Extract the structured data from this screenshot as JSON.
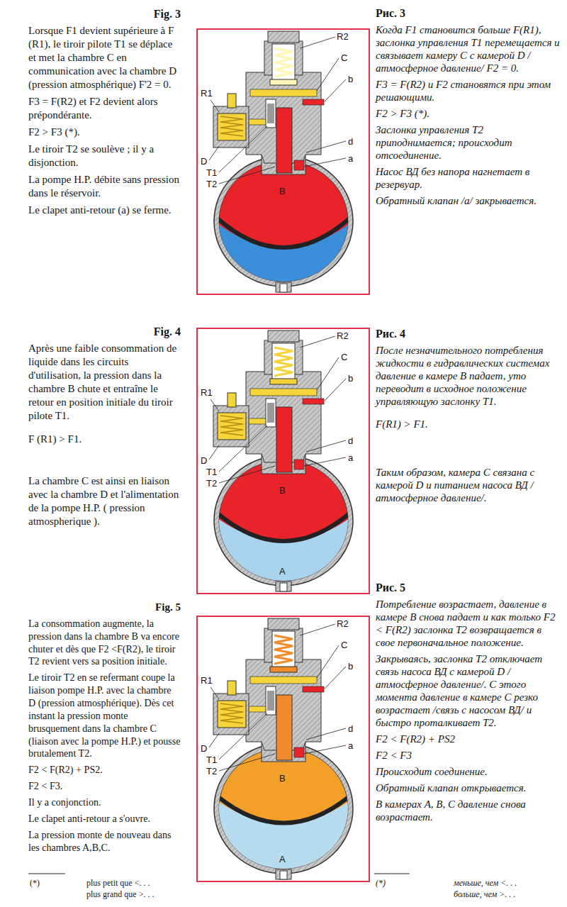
{
  "diagram": {
    "nodes": [
      {
        "text": [
          "R2",
          "C",
          "b",
          "R1",
          "D",
          "T1",
          "T2",
          "d",
          "a",
          "B"
        ]
      },
      {
        "text": [
          "R2",
          "C",
          "b",
          "R1",
          "D",
          "T1",
          "T2",
          "d",
          "a",
          "B",
          "A"
        ]
      },
      {
        "text": [
          "R2",
          "C",
          "b",
          "R1",
          "D",
          "T1",
          "T2",
          "d",
          "a",
          "B",
          "A"
        ]
      }
    ],
    "labels": [
      "Fig. 3",
      "Lorsque F1 devient supérieure à F (R1), le tiroir pilote T1 se déplace et met la chambre C en communication avec la chambre D (pression atmosphérique) F'2 = 0.",
      "F3 = F(R2) et F2 devient alors prépondérante.",
      "F2 > F3 (*).",
      "Le tiroir T2 se soulève ; il y a disjonction.",
      "La pompe H.P. débite sans pression dans le réservoir.",
      "Le clapet anti-retour (a) se ferme.",
      "Рис. 3",
      "Когда F1 становится больше F(R1), заслонка управления T1 перемещается и связывает камеру C с камерой D /атмосферное давление/ F2 = 0.",
      "F3 = F(R2) и F2 становятся при этом решающими.",
      "F2 > F3 (*).",
      "Заслонка управления T2 приподнимается; происходит отсоединение.",
      "Насос ВД без напора нагнетает в резервуар.",
      "Обратный клапан /a/ закрывается.",
      "Fig. 4",
      "Après une faible consommation de liquide dans les circuits d'utilisation, la pression dans la chambre B chute et entraîne le retour en position initiale du tiroir pilote T1.",
      "F (R1) > F1.",
      "La chambre C est ainsi en liaison avec la chambre D et l'alimentation de la pompe H.P. ( pression atmospherique ).",
      "Рис. 4",
      "После незначительного потребления жидкости в гидравлических системах давление в камере B падает, уто переводит в исходное положение управляющую заслонку T1.",
      "F(R1) > F1.",
      "Таким образом, камера C связана с камерой D и питанием насоса ВД /атмосферное давление/.",
      "Fig. 5",
      "La consommation augmente, la pression dans la chambre B va encore chuter et dès que F2 <F(R2), le tiroir T2 revient vers sa position initiale.",
      "Le tiroir T2 en se refermant coupe la liaison pompe H.P. avec la chambre D (pression atmosphérique). Dès cet instant la pression monte brusquement dans la chambre C (liaison avec la pompe H.P.) et pousse brutalement T2.",
      "F2 < F(R2) + PS2.",
      "F2 < F3.",
      "Il y a conjonction.",
      "Le clapet anti-retour a s'ouvre.",
      "La pression monte de nouveau dans les chambres A,B,C.",
      "(*)",
      "plus petit que <. . .",
      "plus grand que >. . .",
      "Рис. 5",
      "Потребление возрастает, давление в камере B снова падает и как только F2 < F(R2) заслонка T2 возвращается в свое первоначальное положение.",
      "Закрываясь, заслонка T2 отключает связь насоса ВД с камерой D /атмосферное давление/. С этого момента давление в камере C резко возрастает /связь с насосом ВД/ и быстро проталкивает T2.",
      "F2 < F(R2) + PS2",
      "F2 < F3",
      "Происходит соединение.",
      "Обратный клапан открывается.",
      "В камерах A, B, C давление снова возрастает.",
      "(*)",
      "меньше, чем <. . .",
      "больше, чем >. . ."
    ]
  }
}
